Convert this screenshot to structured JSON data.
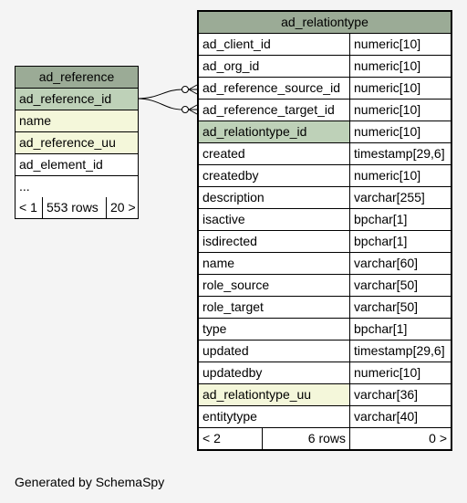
{
  "ad_reference": {
    "title": "ad_reference",
    "rows": [
      {
        "name": "ad_reference_id",
        "kind": "pk"
      },
      {
        "name": "name",
        "kind": "idx"
      },
      {
        "name": "ad_reference_uu",
        "kind": "idx"
      },
      {
        "name": "ad_element_id",
        "kind": ""
      },
      {
        "name": "...",
        "kind": ""
      }
    ],
    "footer": {
      "left": "< 1",
      "mid": "553 rows",
      "right": "20 >"
    }
  },
  "ad_relationtype": {
    "title": "ad_relationtype",
    "rows": [
      {
        "name": "ad_client_id",
        "type": "numeric[10]",
        "kind": ""
      },
      {
        "name": "ad_org_id",
        "type": "numeric[10]",
        "kind": ""
      },
      {
        "name": "ad_reference_source_id",
        "type": "numeric[10]",
        "kind": ""
      },
      {
        "name": "ad_reference_target_id",
        "type": "numeric[10]",
        "kind": ""
      },
      {
        "name": "ad_relationtype_id",
        "type": "numeric[10]",
        "kind": "pk"
      },
      {
        "name": "created",
        "type": "timestamp[29,6]",
        "kind": ""
      },
      {
        "name": "createdby",
        "type": "numeric[10]",
        "kind": ""
      },
      {
        "name": "description",
        "type": "varchar[255]",
        "kind": ""
      },
      {
        "name": "isactive",
        "type": "bpchar[1]",
        "kind": ""
      },
      {
        "name": "isdirected",
        "type": "bpchar[1]",
        "kind": ""
      },
      {
        "name": "name",
        "type": "varchar[60]",
        "kind": ""
      },
      {
        "name": "role_source",
        "type": "varchar[50]",
        "kind": ""
      },
      {
        "name": "role_target",
        "type": "varchar[50]",
        "kind": ""
      },
      {
        "name": "type",
        "type": "bpchar[1]",
        "kind": ""
      },
      {
        "name": "updated",
        "type": "timestamp[29,6]",
        "kind": ""
      },
      {
        "name": "updatedby",
        "type": "numeric[10]",
        "kind": ""
      },
      {
        "name": "ad_relationtype_uu",
        "type": "varchar[36]",
        "kind": "idx"
      },
      {
        "name": "entitytype",
        "type": "varchar[40]",
        "kind": ""
      }
    ],
    "footer": {
      "left": "< 2",
      "mid": "6 rows",
      "right": "0 >"
    }
  },
  "footer_text": "Generated by SchemaSpy",
  "colors": {
    "title_bg": "#9bab96",
    "pk_bg": "#bed1b8",
    "index_bg": "#f4f7da",
    "background": "#f4f4f4"
  }
}
